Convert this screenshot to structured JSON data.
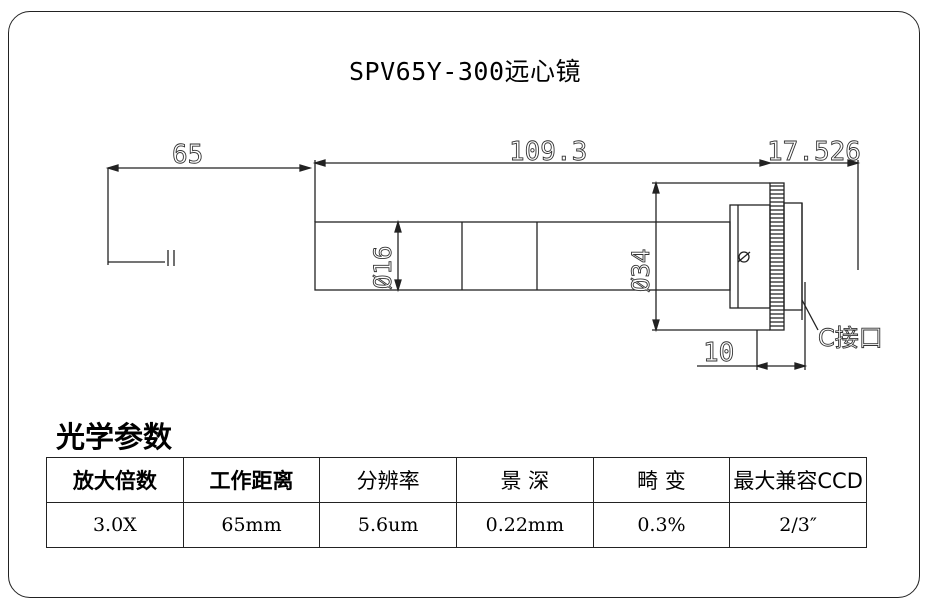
{
  "title": "SPV65Y-300远心镜",
  "dimensions": {
    "working_distance": "65",
    "body_length": "109.3",
    "end_length": "17.526",
    "tube_diameter": "Ø16",
    "lens_diameter": "Ø34",
    "flange_length": "10"
  },
  "callout": "C接口",
  "params": {
    "section_title": "光学参数",
    "headers": [
      "放大倍数",
      "工作距离",
      "分辨率",
      "景 深",
      "畸 变",
      "最大兼容CCD"
    ],
    "values": [
      "3.0X",
      "65mm",
      "5.6um",
      "0.22mm",
      "0.3%",
      "2/3″"
    ]
  }
}
